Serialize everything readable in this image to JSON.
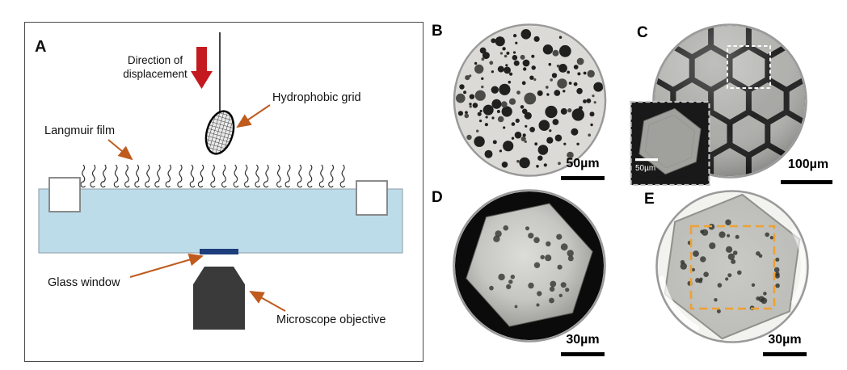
{
  "colors": {
    "displacement_arrow": "#c41a1f",
    "annotation_arrow": "#bf5b1d",
    "water": "#bcdcea",
    "glass_window": "#1d3d7c",
    "objective": "#3a3a3a",
    "roi_box": "#eda133"
  },
  "panels": {
    "a": {
      "label": "A",
      "annotations": {
        "direction1": "Direction of",
        "direction2": "displacement",
        "hydrophobic_grid": "Hydrophobic grid",
        "langmuir_film": "Langmuir film",
        "glass_window": "Glass window",
        "microscope_objective": "Microscope objective"
      }
    },
    "b": {
      "label": "B",
      "scale_bar": "50µm"
    },
    "c": {
      "label": "C",
      "scale_bar": "100µm",
      "inset_scale_bar": "50µm"
    },
    "d": {
      "label": "D",
      "scale_bar": "30µm"
    },
    "e": {
      "label": "E",
      "scale_bar": "30µm"
    }
  }
}
